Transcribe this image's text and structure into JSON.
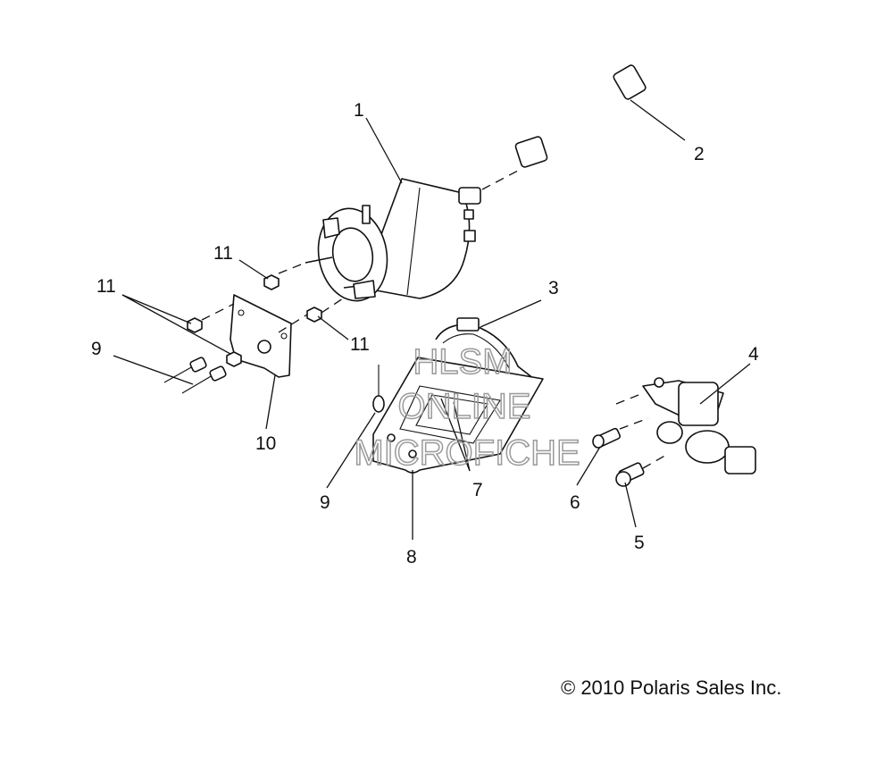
{
  "diagram": {
    "callouts": [
      "1",
      "2",
      "3",
      "4",
      "5",
      "6",
      "7",
      "8",
      "9",
      "10",
      "11"
    ],
    "watermark": [
      "HLSM",
      "ONLINE",
      "MICROFICHE"
    ],
    "copyright": "© 2010 Polaris Sales Inc."
  }
}
